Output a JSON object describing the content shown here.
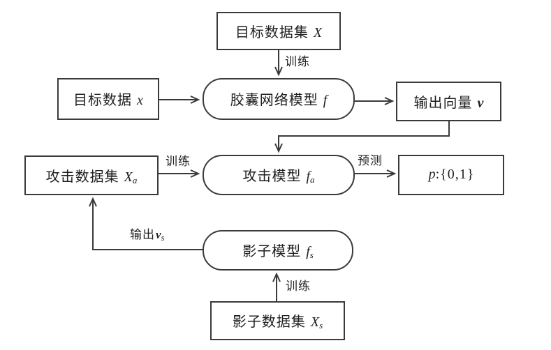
{
  "colors": {
    "background": "#ffffff",
    "line": "#3a3a3a",
    "text": "#1f1f1f"
  },
  "nodes": {
    "target_dataset": {
      "pre": "目标数据集 ",
      "var": "X",
      "sub": "",
      "post": "",
      "shape": "rect"
    },
    "target_data": {
      "pre": "目标数据 ",
      "var": "x",
      "sub": "",
      "post": "",
      "shape": "rect"
    },
    "capsule_model": {
      "pre": "胶囊网络模型 ",
      "var": "f",
      "sub": "",
      "post": "",
      "shape": "rounded"
    },
    "output_vector": {
      "pre": "输出向量 ",
      "var": "v",
      "sub": "",
      "post": "",
      "shape": "rect"
    },
    "attack_dataset": {
      "pre": "攻击数据集 ",
      "var": "X",
      "sub": "a",
      "post": "",
      "shape": "rect"
    },
    "attack_model": {
      "pre": "攻击模型 ",
      "var": "f",
      "sub": "a",
      "post": "",
      "shape": "rounded"
    },
    "prediction": {
      "pre": "",
      "var": "p",
      "sub": "",
      "post": ":{0,1}",
      "shape": "rect"
    },
    "shadow_model": {
      "pre": "影子模型 ",
      "var": "f",
      "sub": "s",
      "post": "",
      "shape": "rounded"
    },
    "shadow_dataset": {
      "pre": "影子数据集 ",
      "var": "X",
      "sub": "s",
      "post": "",
      "shape": "rect"
    }
  },
  "edges": [
    {
      "from": "target_dataset",
      "to": "capsule_model",
      "label": "训练"
    },
    {
      "from": "target_data",
      "to": "capsule_model",
      "label": ""
    },
    {
      "from": "capsule_model",
      "to": "output_vector",
      "label": ""
    },
    {
      "from": "output_vector",
      "to": "attack_model",
      "label": ""
    },
    {
      "from": "attack_dataset",
      "to": "attack_model",
      "label": "训练"
    },
    {
      "from": "attack_model",
      "to": "prediction",
      "label": "预测"
    },
    {
      "from": "shadow_model",
      "to": "attack_dataset",
      "label_pre": "输出",
      "label_var": "v",
      "label_sub": "s"
    },
    {
      "from": "shadow_dataset",
      "to": "shadow_model",
      "label": "训练"
    }
  ]
}
